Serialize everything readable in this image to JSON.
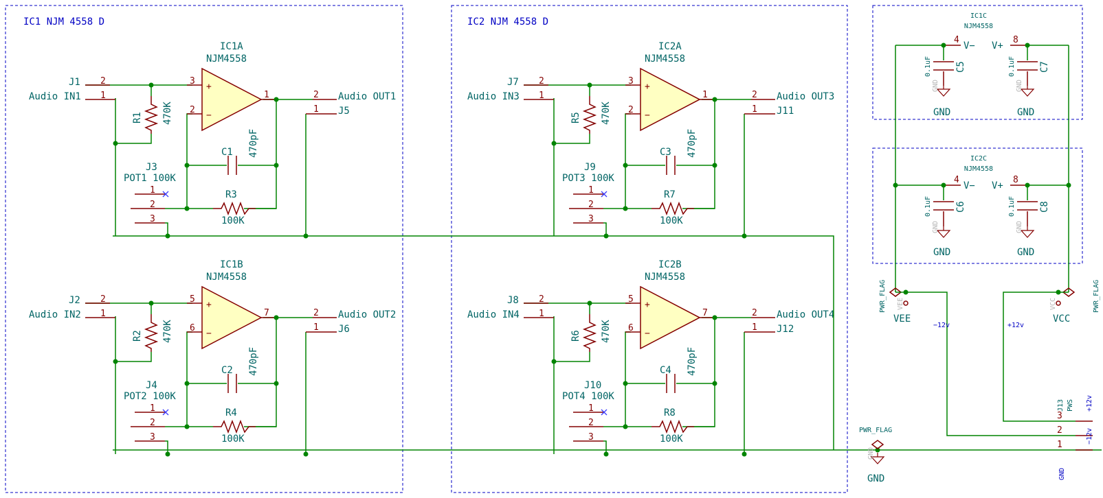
{
  "sheets": {
    "ic1": "IC1 NJM 4558 D",
    "ic2": "IC2 NJM 4558 D"
  },
  "channels": [
    {
      "op": "IC1A",
      "op_val": "NJM4558",
      "pin_plus": "3",
      "pin_minus": "2",
      "pin_out": "1",
      "jin": "J1",
      "in_label": "Audio IN1",
      "r": "R1",
      "c": "C1",
      "pot": "J3",
      "pot_label": "POT1 100K",
      "rf": "R3",
      "rf_val": "100K",
      "jout": "J5",
      "out_label": "Audio OUT1"
    },
    {
      "op": "IC1B",
      "op_val": "NJM4558",
      "pin_plus": "5",
      "pin_minus": "6",
      "pin_out": "7",
      "jin": "J2",
      "in_label": "Audio IN2",
      "r": "R2",
      "c": "C2",
      "pot": "J4",
      "pot_label": "POT2 100K",
      "rf": "R4",
      "rf_val": "100K",
      "jout": "J6",
      "out_label": "Audio OUT2"
    },
    {
      "op": "IC2A",
      "op_val": "NJM4558",
      "pin_plus": "3",
      "pin_minus": "2",
      "pin_out": "1",
      "jin": "J7",
      "in_label": "Audio IN3",
      "r": "R5",
      "c": "C3",
      "pot": "J9",
      "pot_label": "POT3 100K",
      "rf": "R7",
      "rf_val": "100K",
      "jout": "J11",
      "out_label": "Audio OUT3"
    },
    {
      "op": "IC2B",
      "op_val": "NJM4558",
      "pin_plus": "5",
      "pin_minus": "6",
      "pin_out": "7",
      "jin": "J8",
      "in_label": "Audio IN4",
      "r": "R6",
      "c": "C4",
      "pot": "J10",
      "pot_label": "POT4 100K",
      "rf": "R8",
      "rf_val": "100K",
      "jout": "J12",
      "out_label": "Audio OUT4"
    }
  ],
  "common": {
    "r_val": "470K",
    "c_val": "470pF",
    "pin1": "1",
    "pin2": "2",
    "pin3": "3"
  },
  "power_units": [
    {
      "ref": "IC1C",
      "val": "NJM4558",
      "c_left": "C5",
      "c_right": "C7"
    },
    {
      "ref": "IC2C",
      "val": "NJM4558",
      "c_left": "C6",
      "c_right": "C8"
    }
  ],
  "power": {
    "cap_val": "0.1uF",
    "pin4": "4",
    "pin8": "8",
    "vminus": "V−",
    "vplus": "V+",
    "gnd": "GND",
    "gnd_gray": "GND",
    "pwr_flag": "PWR_FLAG",
    "vee": "VEE",
    "vcc": "VCC",
    "vee_gray": "VEE",
    "vcc_gray": "VCC",
    "neg12": "−12v",
    "pos12": "+12v",
    "j13": "J13",
    "pws": "PWS",
    "j13_pin3_lbl": "+12v",
    "j13_pin2_lbl": "−12v",
    "j13_pin1_lbl": "GND"
  }
}
